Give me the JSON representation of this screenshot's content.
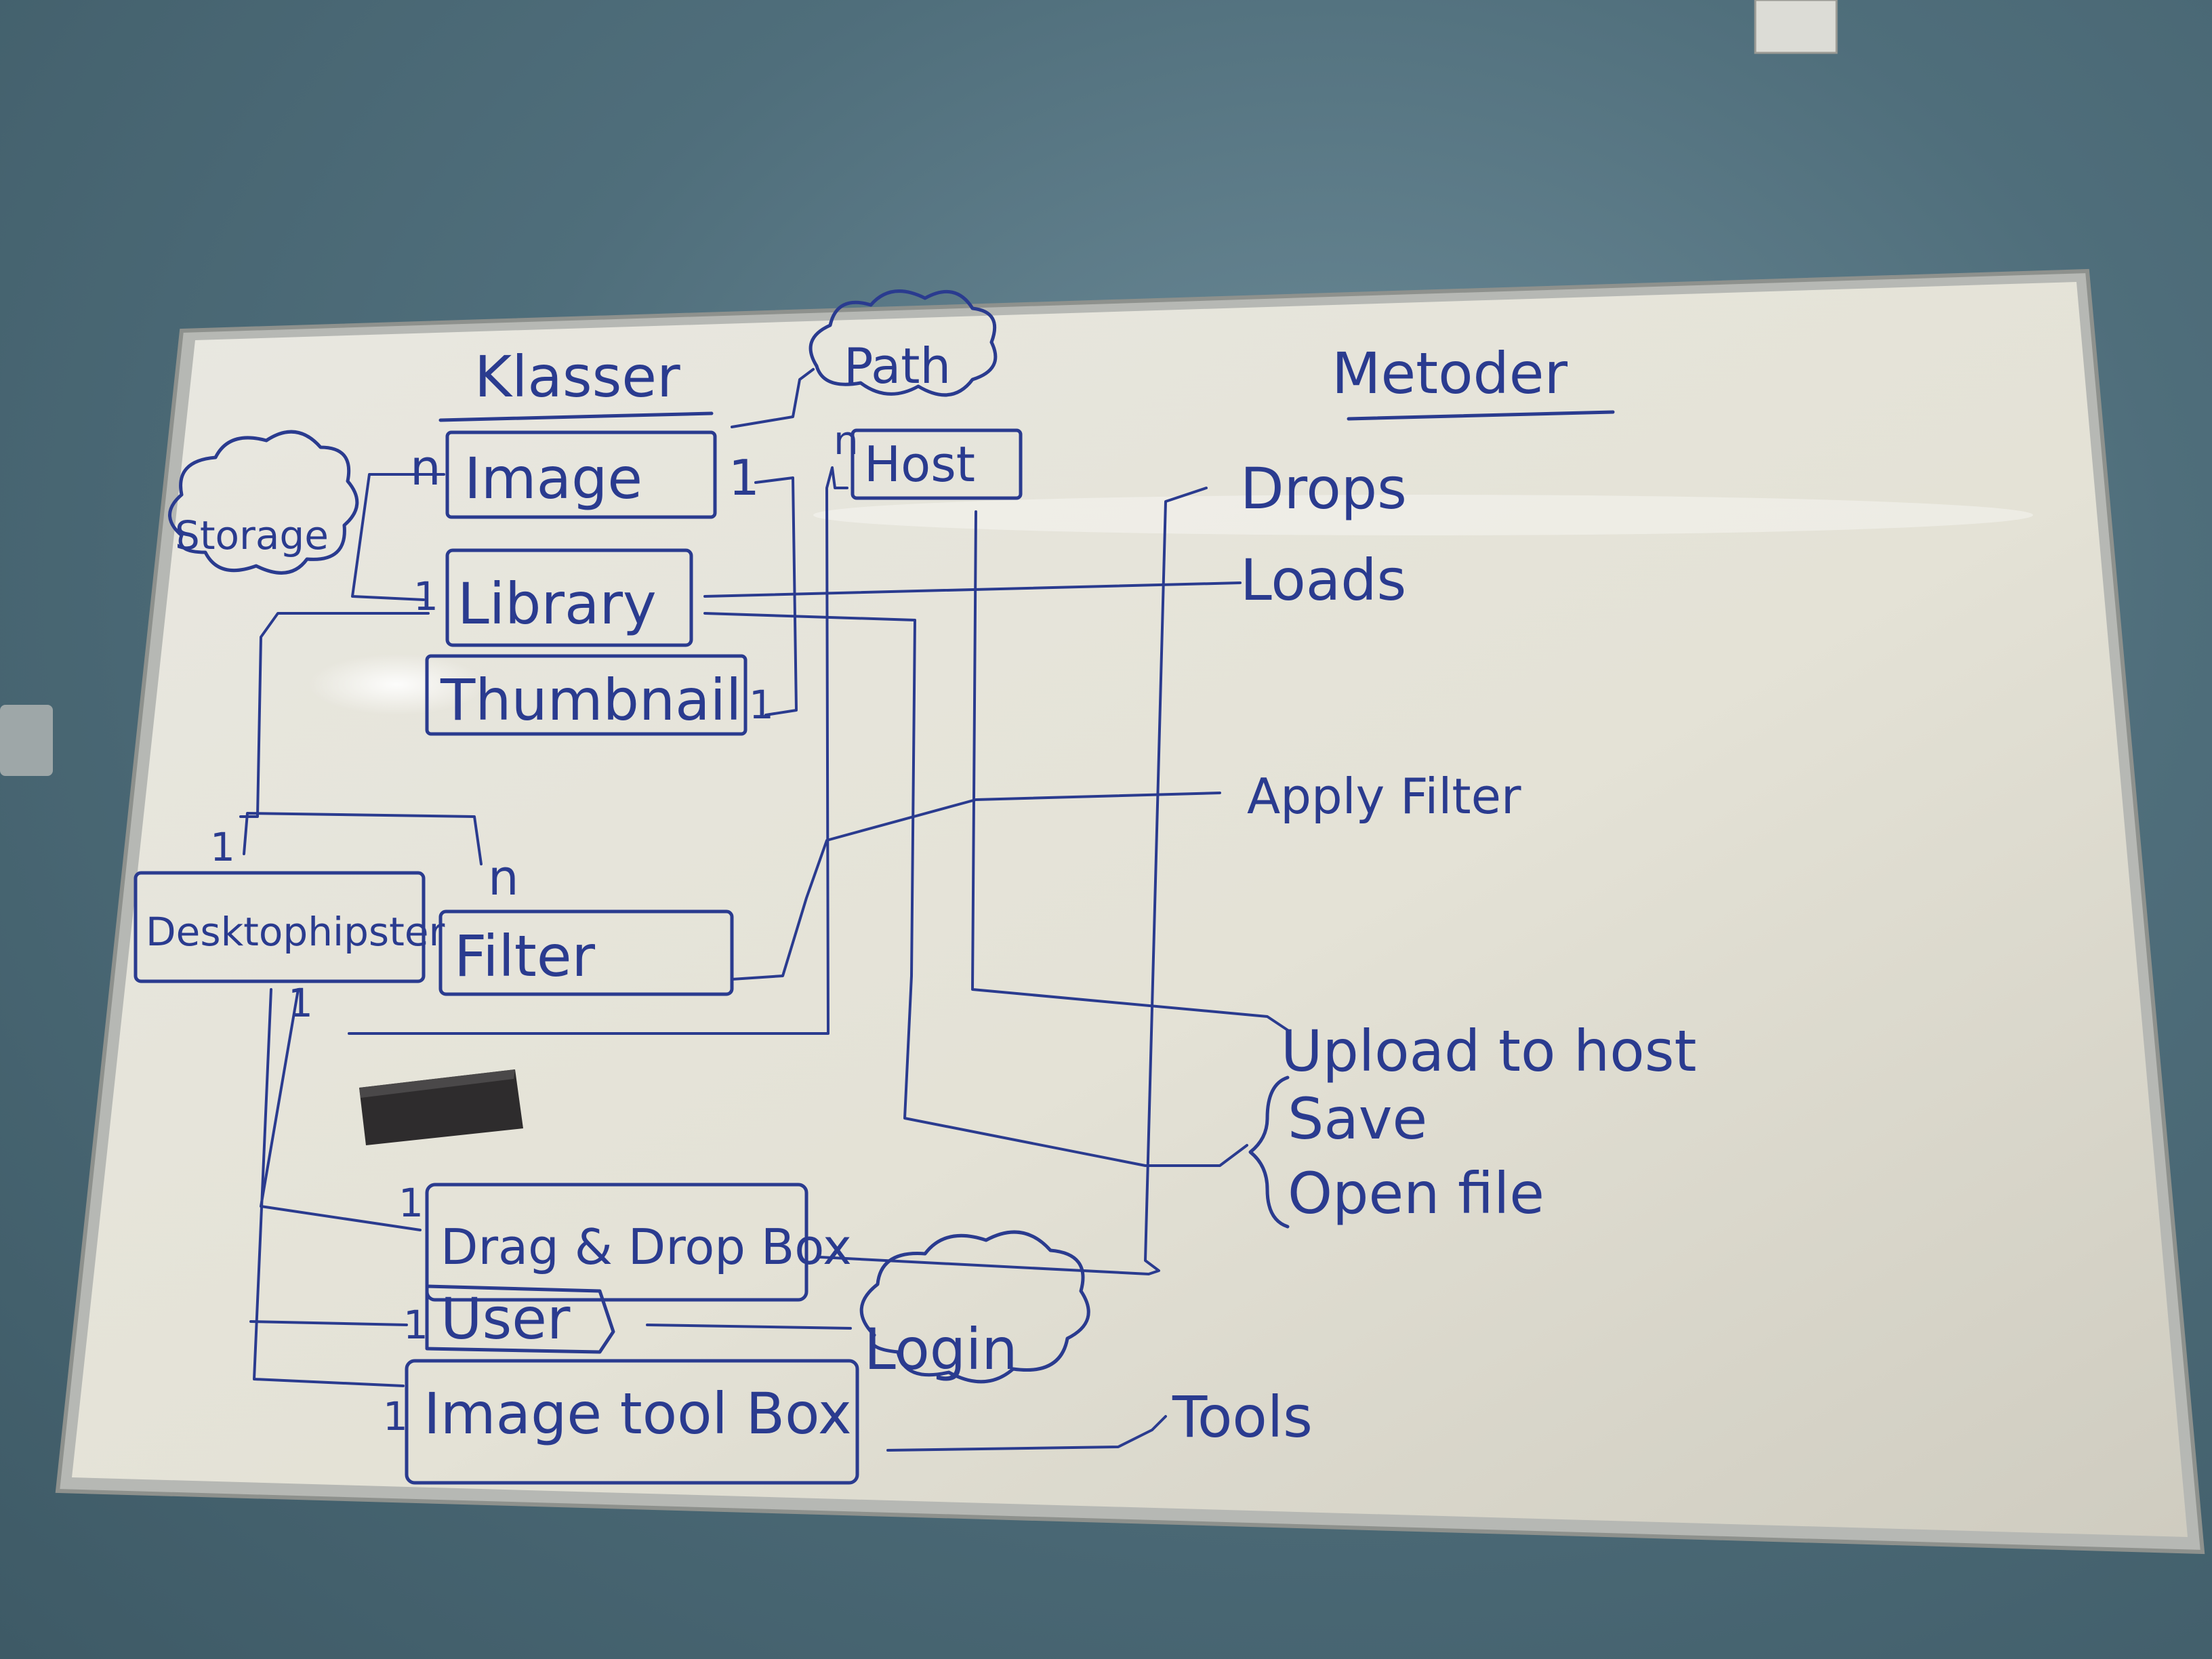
{
  "board": {
    "headings": {
      "classes": "Klasser",
      "methods": "Metoder"
    },
    "classes": {
      "image": "Image",
      "library": "Library",
      "thumbnail": "Thumbnail",
      "host": "Host",
      "desktophipster": "Desktophipster",
      "filter": "Filter",
      "drag_drop_box": "Drag & Drop Box",
      "user": "User",
      "image_tool_box": "Image tool Box"
    },
    "clouds": {
      "path": "Path",
      "storage": "Storage",
      "login": "Login"
    },
    "methods": {
      "drops": "Drops",
      "loads": "Loads",
      "apply_filter": "Apply Filter",
      "upload_to_host": "Upload to host",
      "save": "Save",
      "open_file": "Open file",
      "tools": "Tools"
    },
    "multiplicities": {
      "image_n": "n",
      "image_1": "1",
      "library_1": "1",
      "thumbnail_1": "1",
      "host_n": "n",
      "desktop_1_top": "1",
      "filter_n": "n",
      "desktop_1_bottom": "1",
      "dragdrop_1": "1",
      "user_1": "1",
      "toolbox_1": "1"
    }
  }
}
